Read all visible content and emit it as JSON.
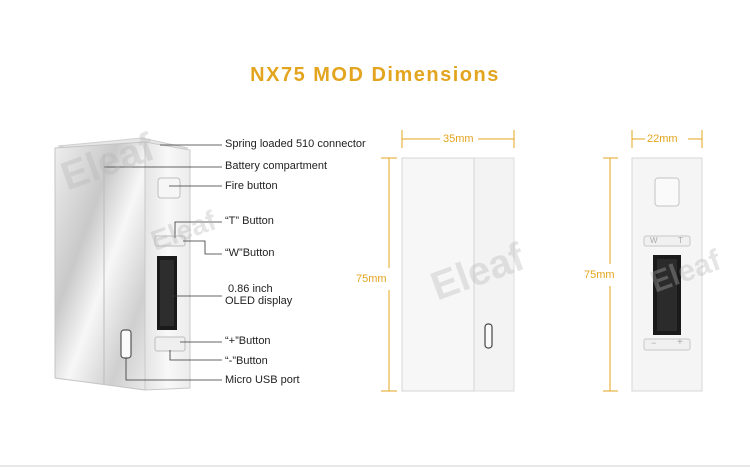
{
  "title": "NX75 MOD Dimensions",
  "accent_color": "#e3a51f",
  "callouts": {
    "connector": "Spring loaded 510 connector",
    "battery": "Battery compartment",
    "fire": "Fire button",
    "t_button": "“T” Button",
    "w_button": "“W”Button",
    "display_line1": "0.86 inch",
    "display_line2": "OLED display",
    "plus_button": "“+”Button",
    "minus_button": "“-”Button",
    "usb": "Micro USB port"
  },
  "dimensions": {
    "side_width": "35mm",
    "side_height": "75mm",
    "front_width": "22mm",
    "front_height": "75mm"
  },
  "front_panel": {
    "w_label": "W",
    "t_label": "T",
    "minus_label": "−",
    "plus_label": "+"
  },
  "watermark": "Eleaf"
}
